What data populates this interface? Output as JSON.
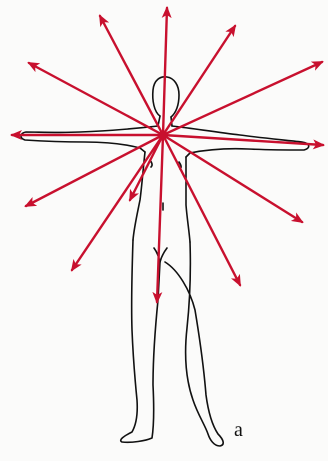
{
  "diagram": {
    "panel_label": "a",
    "colors": {
      "arrow": "#c8102e",
      "outline": "#111111",
      "background": "#fbfbfa"
    },
    "arrow_count": 13,
    "subject": "human-figure-outline"
  }
}
